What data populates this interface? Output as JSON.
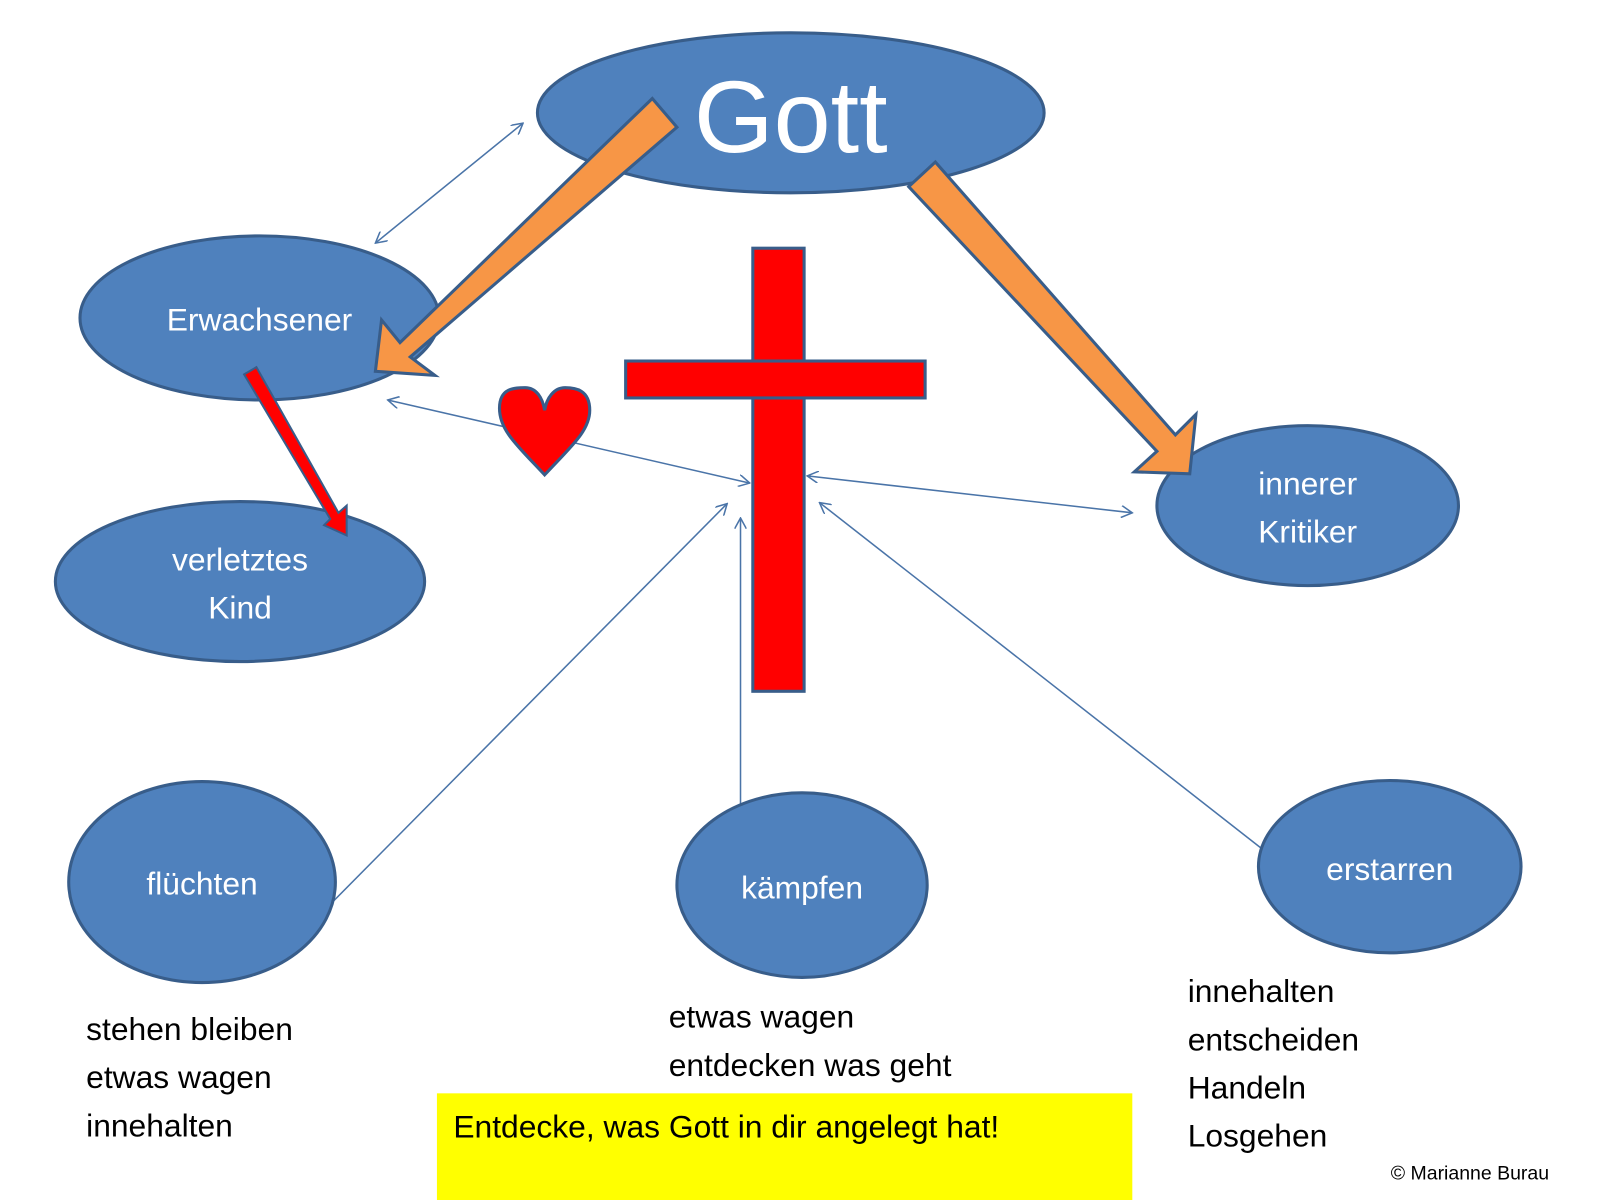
{
  "nodes": {
    "gott": "Gott",
    "erwachsener": "Erwachsener",
    "kind_line1": "verletztes",
    "kind_line2": "Kind",
    "kritiker_line1": "innerer",
    "kritiker_line2": "Kritiker",
    "fluechten": "flüchten",
    "kaempfen": "kämpfen",
    "erstarren": "erstarren"
  },
  "lists": {
    "fluechten": [
      "stehen bleiben",
      "etwas wagen",
      "innehalten"
    ],
    "kaempfen": [
      "etwas wagen",
      "entdecken was geht"
    ],
    "erstarren": [
      "innehalten",
      "entscheiden",
      "Handeln",
      "Losgehen"
    ]
  },
  "banner": "Entdecke, was Gott in dir angelegt hat!",
  "copyright": "© Marianne Burau",
  "colors": {
    "ellipse": "#4F81BD",
    "cross": "#FF0000",
    "arrow": "#F79646",
    "banner": "#FFFF00"
  }
}
